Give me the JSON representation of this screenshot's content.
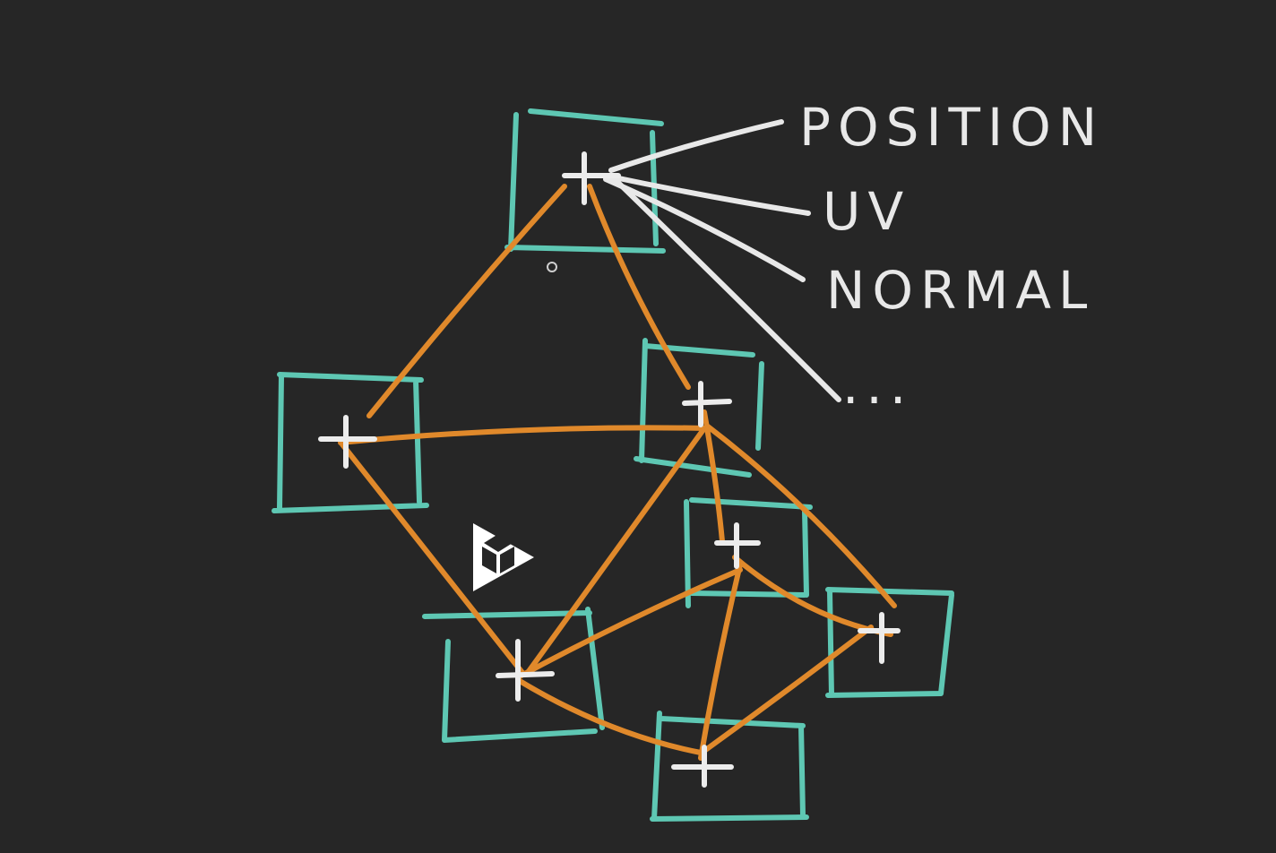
{
  "colors": {
    "background": "#262626",
    "box": "#5ec7b3",
    "edge": "#e0892b",
    "marker": "#ececec",
    "label": "#e8e8e8",
    "logo": "#ffffff"
  },
  "attributes": {
    "position": "POSITION",
    "uv": "UV",
    "normal": "NORMAL",
    "more": "..."
  },
  "icons": {
    "vertex_marker": "plus-icon",
    "center_logo": "cube-play-logo-icon"
  }
}
